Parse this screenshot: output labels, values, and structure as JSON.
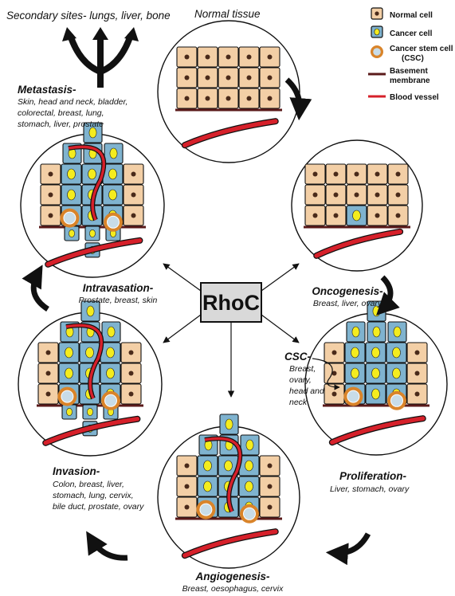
{
  "center_label": "RhoC",
  "top_left_label": "Secondary sites- lungs, liver, bone",
  "top_label": "Normal tissue",
  "legend": {
    "normal_cell": "Normal cell",
    "cancer_cell": "Cancer cell",
    "csc_line1": "Cancer stem cell",
    "csc_line2": "(CSC)",
    "bm_line1": "Basement",
    "bm_line2": "membrane",
    "blood_vessel": "Blood vessel"
  },
  "stages": {
    "metastasis": {
      "heading": "Metastasis-",
      "lines": [
        "Skin, head and neck, bladder,",
        "colorectal, breast, lung,",
        "stomach, liver, prostate"
      ]
    },
    "oncogenesis": {
      "heading": "Oncogenesis-",
      "lines": [
        "Breast, liver, ovary"
      ]
    },
    "intravasation": {
      "heading": "Intravasation-",
      "lines": [
        "Prostate, breast, skin"
      ]
    },
    "csc": {
      "heading": "CSC-",
      "lines": [
        "Breast,",
        "ovary,",
        "head and",
        "neck"
      ]
    },
    "invasion": {
      "heading": "Invasion-",
      "lines": [
        "Colon, breast, liver,",
        "stomach, lung, cervix,",
        "bile duct, prostate, ovary"
      ]
    },
    "proliferation": {
      "heading": "Proliferation-",
      "lines": [
        "Liver, stomach, ovary"
      ]
    },
    "angiogenesis": {
      "heading": "Angiogenesis-",
      "lines": [
        "Breast, oesophagus, cervix"
      ]
    }
  },
  "colors": {
    "normal_cell": "#f3cfa6",
    "cancer_cell": "#7fb3cf",
    "nucleus_normal": "#4a2a1a",
    "nucleus_cancer": "#f4ec1e",
    "csc_ring": "#d9842a",
    "csc_core": "#c8dce8",
    "membrane": "#5a1a1a",
    "vessel": "#d6202a"
  }
}
